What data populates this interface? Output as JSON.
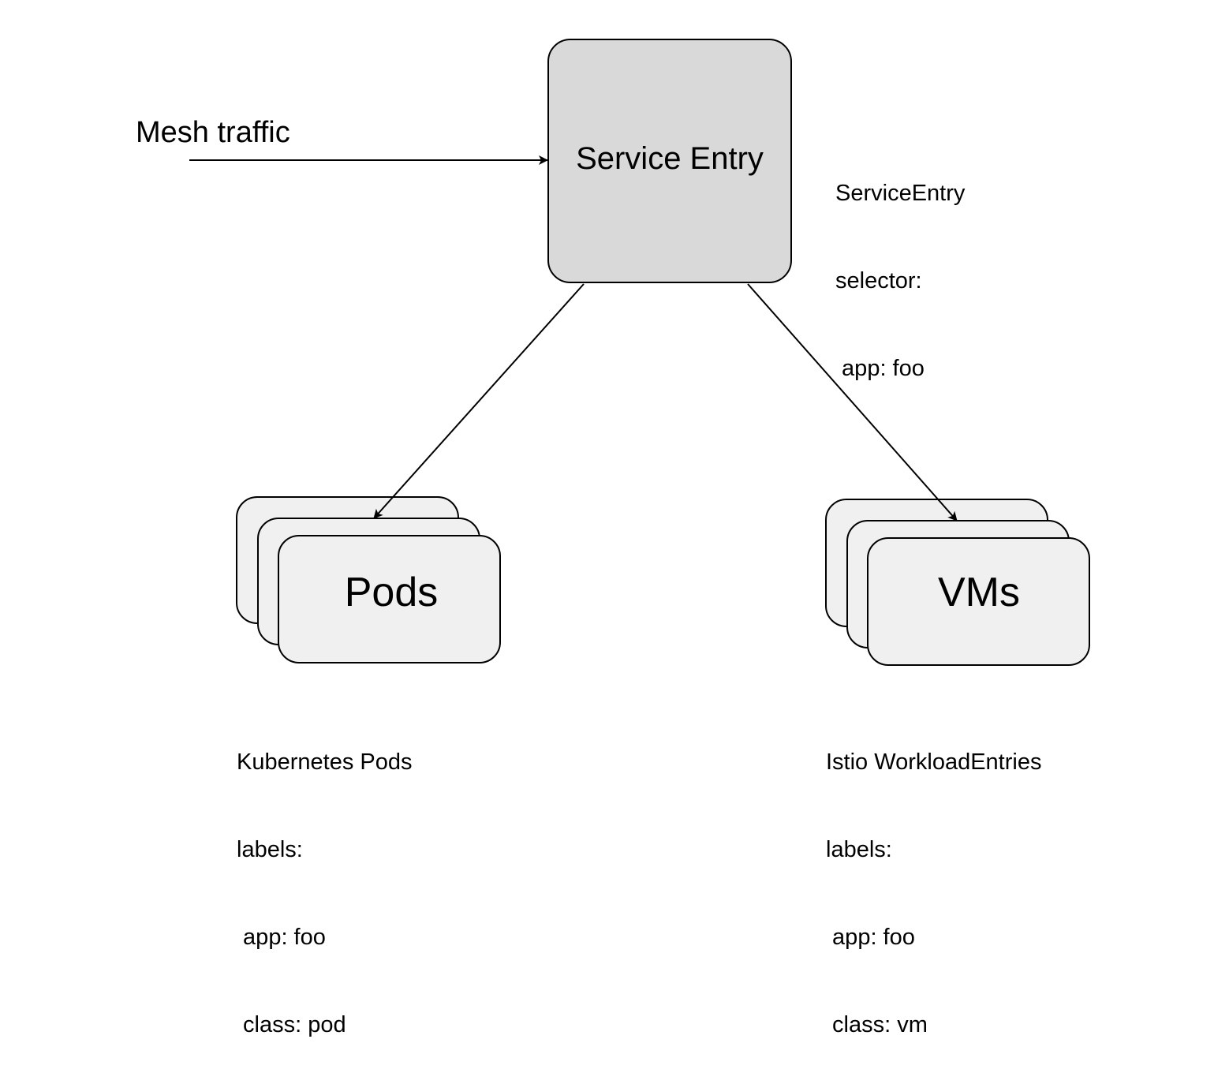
{
  "diagram": {
    "mesh_traffic_label": "Mesh traffic",
    "service_entry": {
      "label": "Service Entry",
      "note_lines": [
        "ServiceEntry",
        "selector:",
        " app: foo"
      ]
    },
    "pods": {
      "label": "Pods",
      "note_lines": [
        "Kubernetes Pods",
        "labels:",
        " app: foo",
        " class: pod"
      ]
    },
    "vms": {
      "label": "VMs",
      "note_lines": [
        "Istio WorkloadEntries",
        "labels:",
        " app: foo",
        " class: vm"
      ]
    },
    "colors": {
      "service_entry_fill": "#d9d9d9",
      "workload_fill": "#f0f0f0",
      "stroke": "#000000"
    }
  }
}
